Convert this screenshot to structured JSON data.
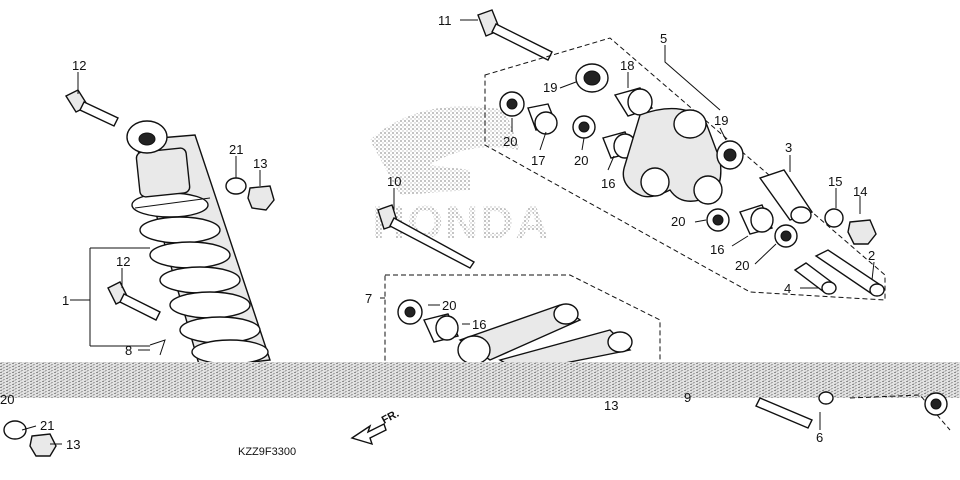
{
  "diagram": {
    "code": "KZZ9F3300",
    "direction_label": "FR.",
    "watermark": "HONDA",
    "callouts": {
      "c1": "1",
      "c2": "2",
      "c3": "3",
      "c4": "4",
      "c5": "5",
      "c6": "6",
      "c7": "7",
      "c8": "8",
      "c9": "9",
      "c10": "10",
      "c11": "11",
      "c12a": "12",
      "c12b": "12",
      "c13a": "13",
      "c13b": "13",
      "c13c": "13",
      "c14": "14",
      "c15": "15",
      "c16a": "16",
      "c16b": "16",
      "c16c": "16",
      "c17": "17",
      "c18": "18",
      "c19a": "19",
      "c19b": "19",
      "c20a": "20",
      "c20b": "20",
      "c20c": "20",
      "c20d": "20",
      "c20e": "20",
      "c20f": "20",
      "c21a": "21",
      "c21b": "21"
    }
  },
  "colors": {
    "ink": "#111111",
    "background": "#ffffff"
  }
}
